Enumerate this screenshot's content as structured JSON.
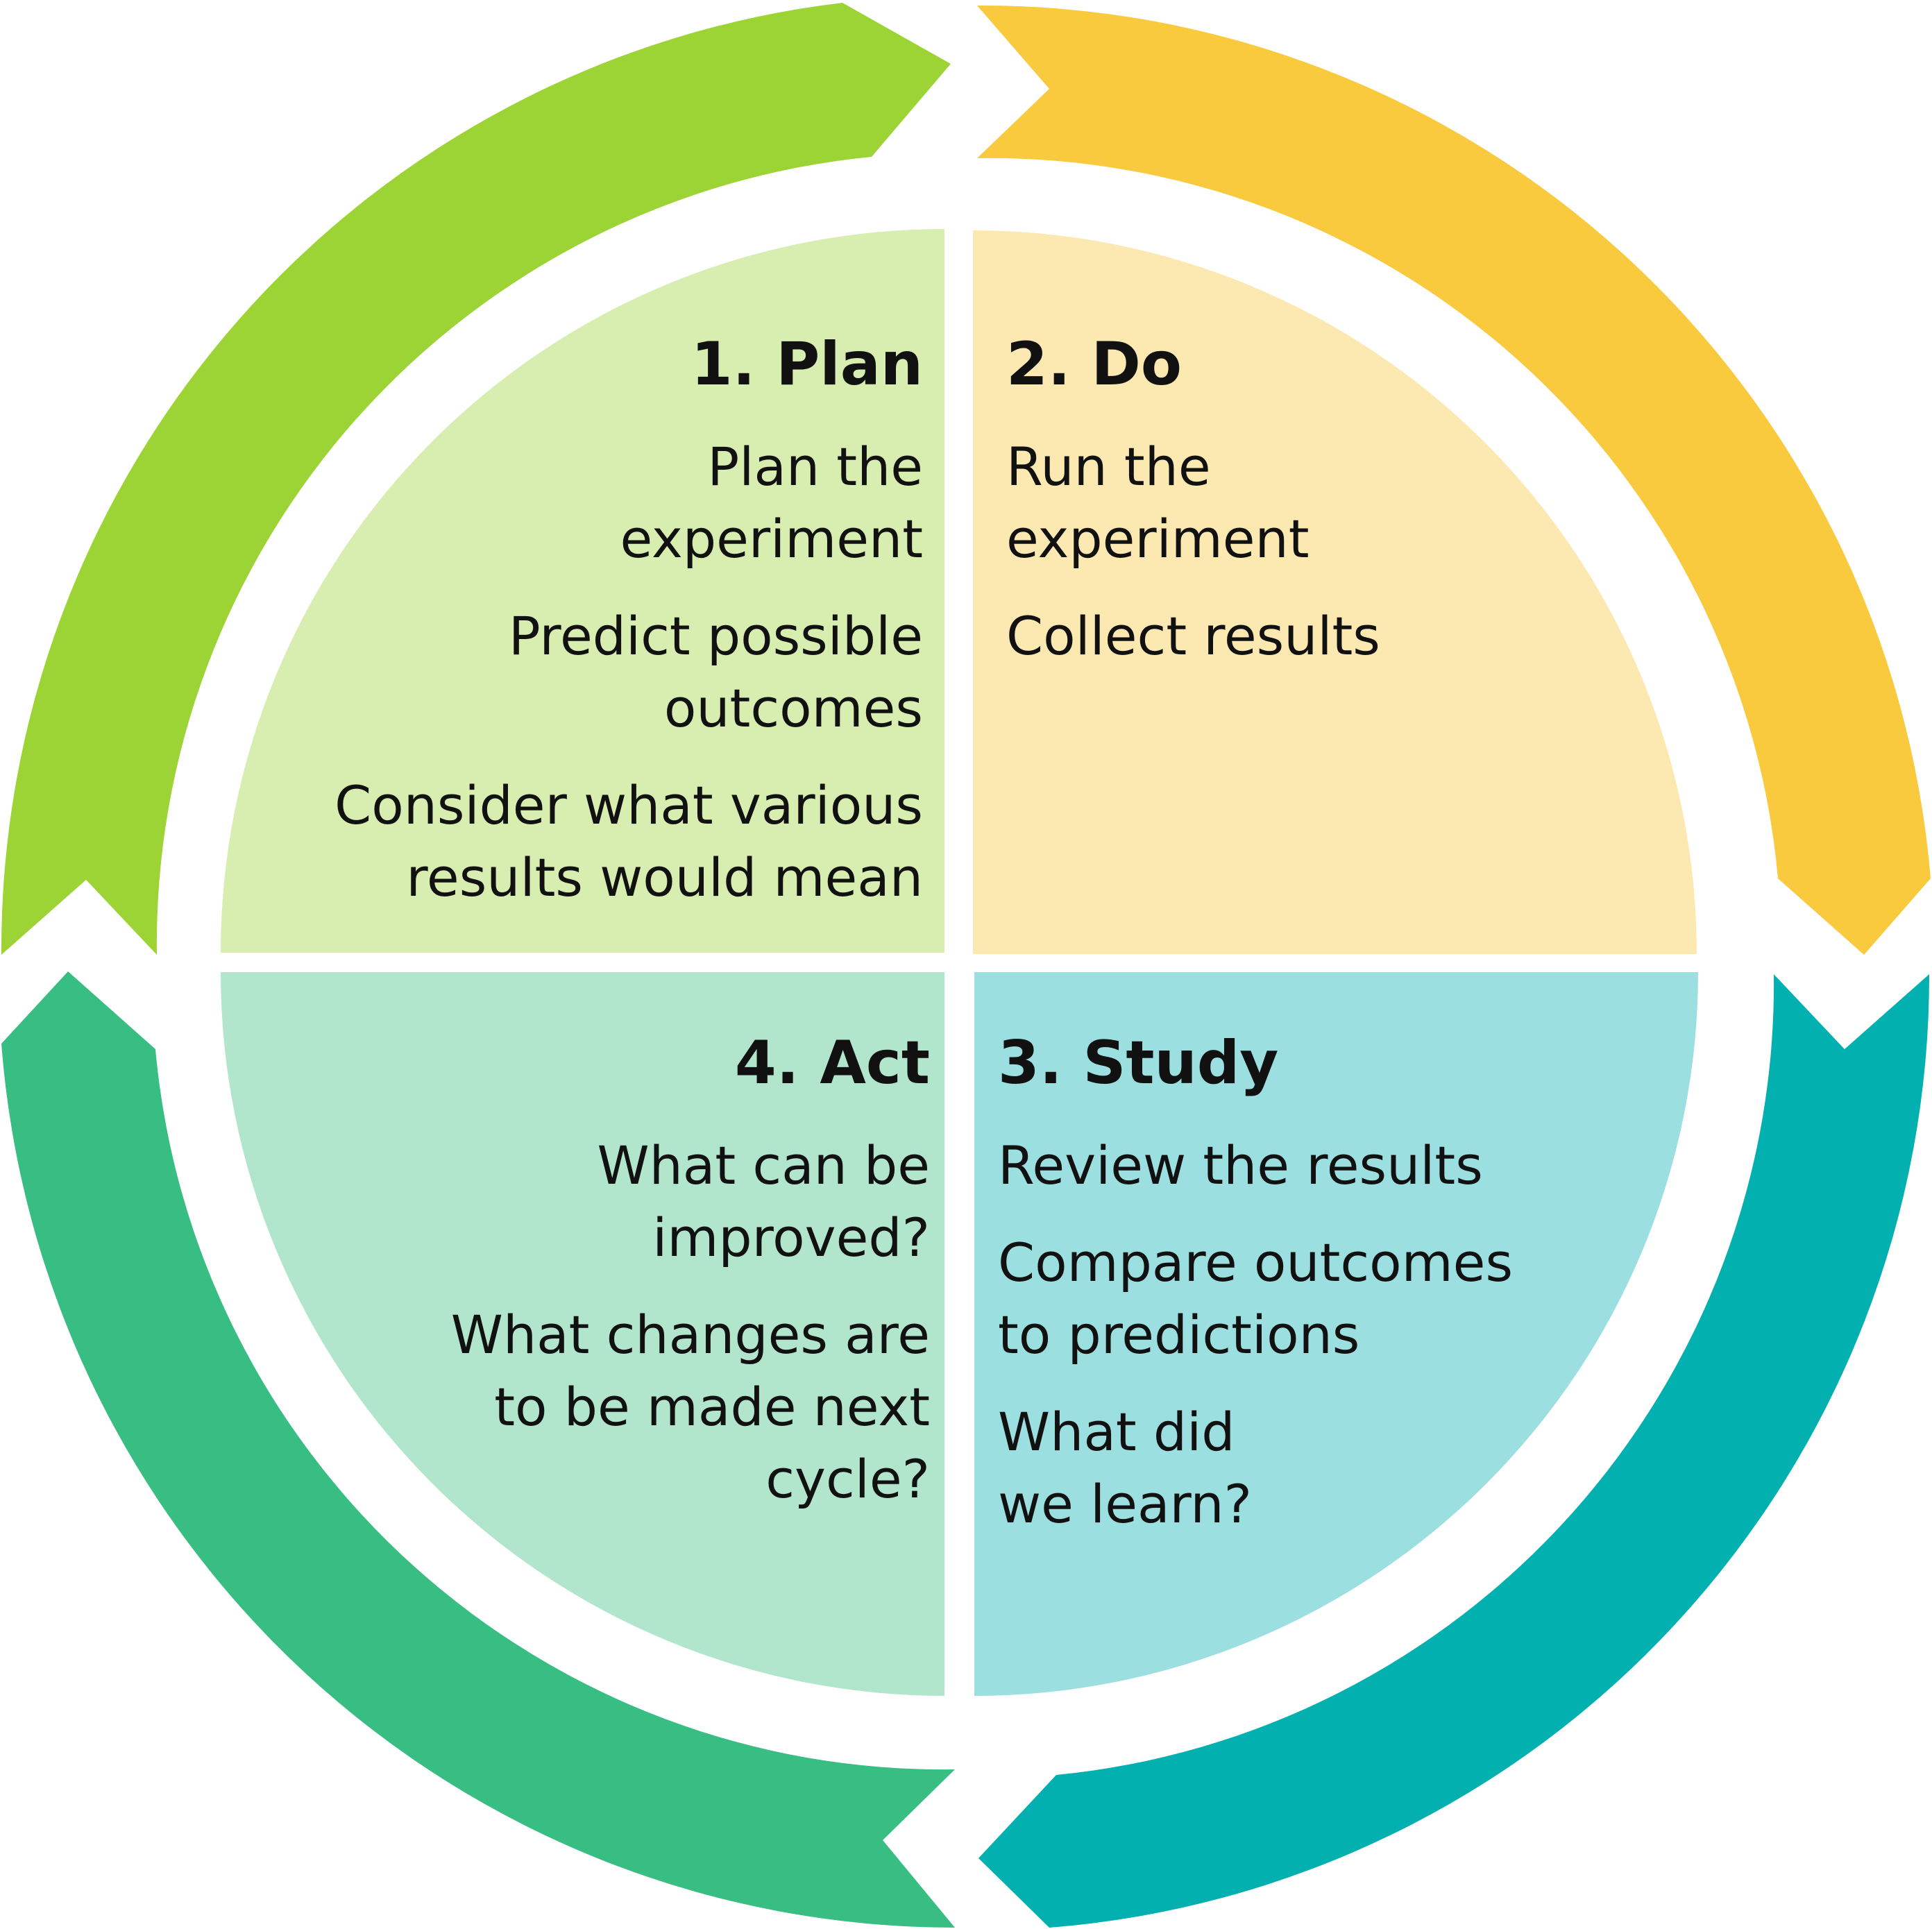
{
  "colors": {
    "plan_arrow": "#9DD435",
    "do_arrow": "#F9C93E",
    "study_arrow": "#03B0B0",
    "act_arrow": "#38BD83",
    "plan_fill": "#D8EDB0",
    "do_fill": "#FCE9B2",
    "study_fill": "#9CDFE0",
    "act_fill": "#B1E6CD",
    "text": "#111111"
  },
  "quadrants": {
    "plan": {
      "heading": "1. Plan",
      "items": [
        "Plan the\nexperiment",
        "Predict possible\noutcomes",
        "Consider what various\nresults would mean"
      ]
    },
    "do": {
      "heading": "2. Do",
      "items": [
        "Run the\nexperiment",
        "Collect results"
      ]
    },
    "study": {
      "heading": "3. Study",
      "items": [
        "Review the results",
        "Compare outcomes\nto predictions",
        "What did\nwe learn?"
      ]
    },
    "act": {
      "heading": "4. Act",
      "items": [
        "What can be\nimproved?",
        "What changes are\nto be made next\ncycle?"
      ]
    }
  }
}
